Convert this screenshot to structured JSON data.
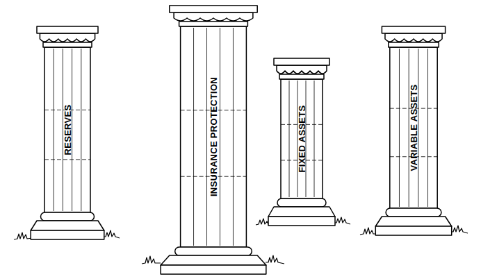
{
  "diagram": {
    "nodes": [
      {
        "text": [
          "RESERVES"
        ]
      },
      {
        "text": [
          "INSURANCE PROTECTION"
        ]
      },
      {
        "text": [
          "FIXED ASSETS"
        ]
      },
      {
        "text": [
          "VARIABLE ASSETS"
        ]
      }
    ]
  }
}
